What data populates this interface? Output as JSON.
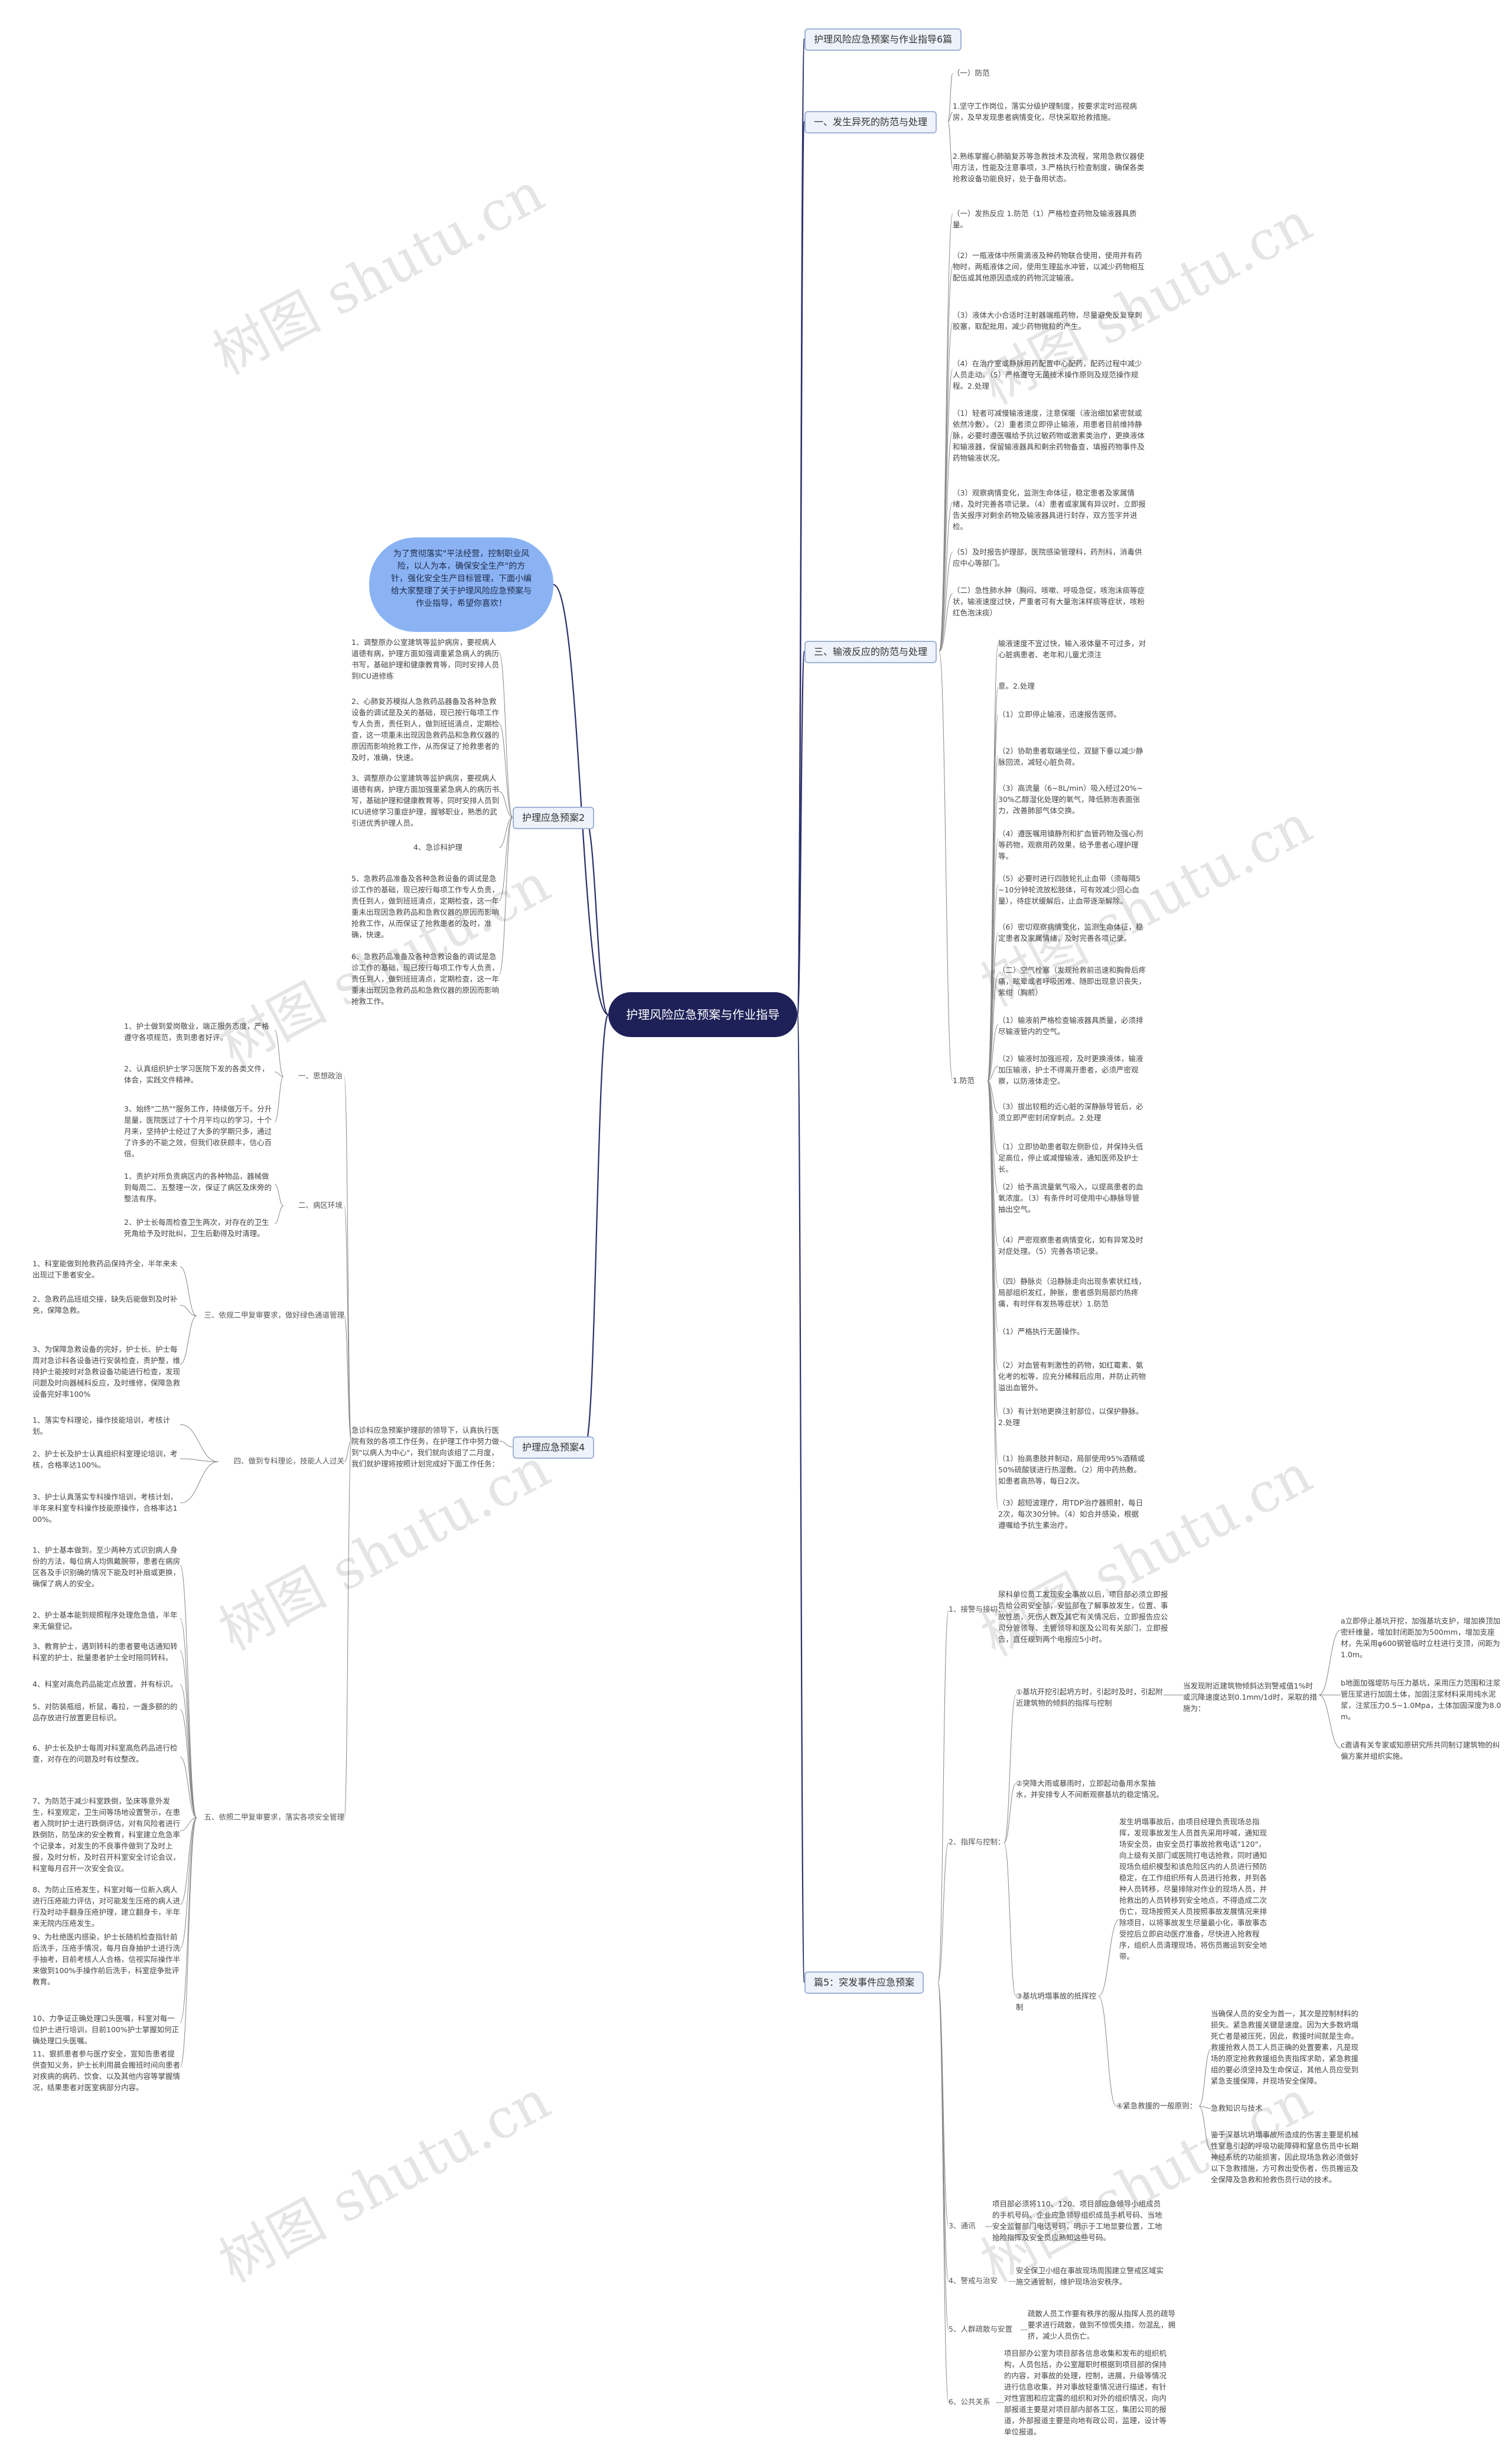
{
  "root": "护理风险应急预案与作业指导",
  "intro": "为了贯彻落实\"平法经营，控制职业风险，以人为本，确保安全生产\"的方针，强化安全生产目标管理，下面小编给大家整理了关于护理风险应急预案与作业指导，希望你喜欢！",
  "watermark": "树图 shutu.cn",
  "branches": {
    "b0": "护理风险应急预案与作业指导6篇",
    "b1": "一、发生异死的防范与处理",
    "b2": "三、输液反应的防范与处理",
    "b3": "护理应急预案2",
    "b4": "护理应急预案4",
    "b5": "篇5：突发事件应急预案"
  },
  "b1": {
    "c1": "（一）防范",
    "c2": "1.坚守工作岗位，落实分级护理制度，按要求定时巡视病房，及早发现患者病情变化，尽快采取抢救措施。",
    "c3": "2.熟练掌握心肺脑复苏等急救技术及流程，常用急救仪器使用方法，性能及注意事项，3.严格执行检查制度，确保各类抢救设备功能良好，处于备用状态。"
  },
  "b2": {
    "c1": "（一）发热反应 1.防范（1）严格检查药物及输液器具质量。",
    "c2": "（2）一瓶液体中所需滴液及种药物联合使用，使用并有药物时，两瓶液体之间，使用生理盐水冲管，以减少药物相互配伍或其他原因造成的药物沉淀输液。",
    "c3": "（3）液体大小合适时注射器端瓶药物，尽量避免反复穿刺胶塞，取配批用，减少药物微粒的产生。",
    "c4": "（4）在治疗室或静脉用药配置中心配药，配药过程中减少人员走动。（5）严格遵守无菌技术操作原则及规范操作规程。2.处理",
    "c5": "（1）轻者可减慢输液速度，注意保暖（液治细加紧密就或依然冷敷）。（2）重者须立即停止输液，用患者目前维持静脉，必要时遵医嘱给予抗过敏药物或激素类治疗，更换液体和输液器，保留输液器具和剩余药物备查，填报药物事件及药物输液状况。",
    "c6": "（3）观察病情变化，监测生命体征，稳定患者及家属情绪，及时完善各项记录。（4）患者或家属有异议时，立即报告关报序对剩余药物及输液器具进行封存，双方签字并进检。",
    "c7": "（5）及时报告护理部，医院感染管理科，药剂科，消毒供应中心等部门。",
    "c8": "（二）急性肺水肿（胸闷、咳嗽、呼吸急促，咳泡沫痰等症状，输液速度过快，严重者可有大量泡沫样痰等症状，咳粉红色泡沫痰）",
    "d_label": "1.防范",
    "d": [
      "输液速度不宜过快，输入液体量不可过多，对心脏病患者、老年和儿童尤须注",
      "意。2.处理",
      "（1）立即停止输液，迅速报告医师。",
      "（2）协助患者取端坐位，双腿下垂以减少静脉回流，减轻心脏负荷。",
      "（3）高流量（6~8L/min）吸入经过20%~30%乙醇湿化处理的氧气，降低肺泡表面张力，改善肺部气体交换。",
      "（4）遵医嘱用镇静剂和扩血管药物及强心剂等药物，观察用药效果，给予患者心理护理等。",
      "（5）必要时进行四肢轮扎止血带（须每隔5~10分钟轮流放松肢体，可有效减少回心血量），待症状缓解后，止血带逐渐解除。",
      "（6）密切观察病情变化，监测生命体征，稳定患者及家属情绪，及时完善各项记录。",
      "（二）空气栓塞（发现抢救前迅速和胸骨后疼痛，眩晕或者呼吸困难、随即出现意识丧失，紫绀（胸前）",
      "（1）输液前严格检查输液器具质量，必须排尽输液管内的空气。",
      "（2）输液时加强巡视，及时更换液体，输液加压输液，护士不得离开患者，必须严密观察，以防液体走空。",
      "（3）拔出较粗的近心脏的深静脉导管后，必须立即严密封闭穿刺点。2.处理",
      "（1）立即协助患者取左侧卧位，并保持头低足高位，停止或减慢输液，通知医师及护士长。",
      "（2）给予高流量氧气吸入，以提高患者的血氧浓度。（3）有条件时可使用中心静脉导管抽出空气。",
      "（4）严密观察患者病情变化，如有异常及时对症处理。（5）完善各项记录。",
      "（四）静脉炎（沿静脉走向出现条索状红线，局部组织发红，肿胀，患者感到局部灼热疼痛，有时伴有发热等症状）1.防范",
      "（1）严格执行无菌操作。",
      "（2）对血管有刺激性的药物，如红霉素、氨化考的松等，应充分稀释后应用，并防止药物溢出血管外。",
      "（3）有计划地更换注射部位，以保护静脉。2.处理",
      "（1）抬高患肢并制动，局部使用95%酒精或50%硫酸镁进行热湿敷。（2）用中药热敷。如患者高热等，每日2次。",
      "（3）超短波理疗，用TDP治疗器照射，每日2次，每次30分钟。（4）如合并感染，根据遵嘱给予抗生素治疗。"
    ]
  },
  "b3": {
    "c1": "1、调整原办公室建筑等监护病房，要视病人道德有病，护理方面如强调重紧急病人的病历书写，基础护理和健康教育等，同时安排人员到ICU进修练",
    "c2": "2、心肺复苏模拟人急救药品器备及各种急救设备的调试是及关的基础，现已按行每项工作专人负责，责任到人，做到班班清点，定期检查，这一项重未出现因急救药品和急救仪器的原因而影响抢救工作，从而保证了抢救患者的及时，准确，快速。",
    "c3": "3、调整原办公室建筑等监护病房，要视病人道德有病，护理方面加强重紧急病人的病历书写，基础护理和健康教育等，同时安排人员到ICU进修学习重症护理，握够职业，熟悉的武引进优秀护理人员。",
    "c4": "4、急诊科护理",
    "c5": "5、急救药品准备及各种急救设备的调试是急诊工作的基础，现已按行每项工作专人负责，责任到人，做到班班清点，定期检查，这一年重未出现因急救药品和急救仪器的原因而影响抢救工作，从而保证了抢救患者的及时，准确，快速。",
    "c6": "6、急救药品准备及各种急救设备的调试是急诊工作的基础，现已按行每项工作专人负责，责任到人，做到班班清点，定期检查，这一年重未出现因急救药品和急救仪器的原因而影响抢救工作。"
  },
  "b4": {
    "main": "急诊科应急预案护理部的领导下，认真执行医院有效的各项工作任务，在护理工作中努力做到\"以病人为中心\"，我们就向该组了二月度，我们就护理将按照计划完成好下面工作任务：",
    "g1": "一、思想政治",
    "g1i": [
      "1、护士做到爱岗敬业，端正服务态度，严格遵守各项规范，责到患者好评。",
      "2、认真组织护士学习医院下发的各类文件，体会，实践文件精神。",
      "3、始终\"二热\"\"服务工作，持续做万千。分升是量，医院医过了十个月平均以的学习，十个月来，坚持护士经过了大多的学期只多，通过了许多的不能之效，但我们收获颇丰，信心百倍。"
    ],
    "g2": "二、病区环境",
    "g2i": [
      "1、责护对所负责病区内的各种物品，器械做到每周二、五整理一次，保证了病区及床旁的整洁有序。",
      "2、护士长每周检查卫生两次，对存在的卫生死角给予及时批纠，卫生后勤得及时清理。"
    ],
    "g3": "三、依规二甲复审要求，做好绿色通道管理",
    "g3i": [
      "1、科室能做到抢救药品保持齐全，半年来未出现过下患者安全。",
      "2、急救药品班组交接，缺失后能做到及时补充，保障急救。",
      "3、为保障急救设备的完好，护士长、护士每周对急诊科各设备进行安装检查，责护整，维持护士能按时对急救设备功能进行检查，发现问题及时向器械科反应，及时维修，保障急救设备完好率100%"
    ],
    "g4": "四、做到专科理论，技能人人过关",
    "g4i": [
      "1、落实专科理论，操作技能培训，考核计划。",
      "2、护士长及护士认真组织科室理论培训，考核，合格率达100%。",
      "3、护士认真落实专科操作培训，考核计划，半年来科室专科操作技能原操作，合格率达100%。"
    ],
    "g5": "五、依照二甲复审要求，落实各项安全管理",
    "g5i": [
      "1、护士基本做到，至少两种方式识别病人身份的方法，每位病人均佩戴腕带，患者在病房区各及手识别确的情况下能及时补扇或更换，确保了病人的安全。",
      "2、护士基本能到规照程序处理危急值，半年来无偏登记。",
      "3、教育护士，遇到转科的患者要电话通知转科室的护士，批量患者护士全时陪同转科。",
      "4、科室对高危药品能定点放置，并有标识。",
      "5、对防装瓶组，析鼠，毒拉，一盏多额的的品存放进行放置更目标识。",
      "6、护士长及护士每周对科室高危药品进行检查，对存在的问题及时有纹整改。",
      "7、为防范于减少科室跌倒，坠床等意外发生，科室规定，卫生间等场地设置警示，在患者入院时护士进行跌倒评估，对有风险者进行跌倒防，防坠床的安全教育，科室建立危急率个记录本，对发生的不良事件做到了及时上报，及时分析，及时召开科室安全讨论会议，科室每月召开一次安全会议。",
      "8、为防止压疮发生，科室对每一位新入病人进行压疮能力评估，对可能发生压疮的病人进行及时动手翻身压疮护理，建立翻身卡，半年来无院内压疮发生。",
      "9、为杜绝医内感染，护士长随机检查指针前后洗手，压疮手情况，每月自身抽护士进行洗手抽考，目前考核人人合格，信视实际操作半来做到100%手操作前后洗手，科室症争批评教育。",
      "10、力争证正确处理口头医嘱，科室对每一位护士进行培训，目前100%护士掌握如何正确处理口头医嘱。",
      "11、狠抓患者参与医疗安全，宣知告患者提供查知义务，护士长利用晨会搬班时间向患者对疾病的病药、饮食、以及其他内容等掌握情况，结果患者对医室病部分内容。"
    ]
  },
  "b5": {
    "s1": "1、接警与接切：",
    "s1t": "尿科单位员工发现安全事故以后，项目部必须立即报告给公司安全部，安监部在了解事故发生，位置、事故性质，死伤人数及其它有关情况后，立即报告应公司分管领导、主管领导和医及公司有关部门，立即报告，直任规到两个电报应5小时。",
    "s2": "2、指挥与控制：",
    "s2a": "①基坑开挖引起坍方时，引起时及时，引起附近建筑物的倾斜的指挥与控制",
    "s2at": "当发现附近建筑物倾斜达到警戒值1%时或沉降速度达到0.1mm/1d时，采取的措施为：",
    "s2ar": [
      "a立即停止基坑开挖，加强基坑支护，增加换顶加密纤维量，增加封闭距加为500mm，增加支座材，先采用φ600钢管临时立柱进行支顶，间距为1.0m。",
      "b地面加强堤防与压力基坑，采用压力范围和注浆管压浆进行加固土体，加固注浆材料采用纯水泥浆，注浆压力0.5~1.0Mpa，土体加固深度为8.0m。",
      "c邀请有关专家或知原研究所共同制订建筑物的纠偏方案并组织实施。"
    ],
    "s2b": "②突降大雨或暴雨时，立即起动备用水泵抽水，并安排专人不间断观察基坑的稳定情况。",
    "s2c": "③基坑坍塌事故的抵挥控制",
    "s2ct": "发生坍塌事故后，由项目经理负责现场总指挥，发现事故发生人员首先采用呼喊，通知现场安全员，由安全员打事故抢救电话\"120\"，向上级有关部门或医院打电话抢救，同时通知现场负组织模型和该危险区内的人员进行预防稳定，在工作组织所有人员进行抢救，并到各种人员转移，尽量排除对作业的现场人员，并抢救出的人员转移到安全地点，不得造成二次伤亡，现场按照关人员按照事故发展情况来排除项目，以将事故发生尽量最小化，事故事态受控后立即启动医疗准备，尽快进入抢救程序，组织人员清理现场，将伤员搬运到安全地带。",
    "s2d": "④紧急救援的一般原则：",
    "s2dt": [
      "当确保人员的安全为首一，其次是控制材料的损失。紧急救援关键是速度。因为大多数坍塌死亡者是被压死，因此，救援时间就是生命。救援抢救人员工人员正确的处置要素，凡是现场的原定抢救救援组负责指挥求助，紧急救援组的要必须坚持及生命保证，其他人员应受到紧急支援保障，并现场安全保障。",
      "急救知识与技术",
      "鉴于深基坑坍塌事故所造成的伤害主要是机械性窒息引起的呼吸功能障碍和窒息伤员中长期神经系统的功能损害，因此现场急救必须做好以下急救措施，方可救出受伤者，伤员搬运及全保障及急救和抢救伤员行动的技术。"
    ],
    "s3": "3、通讯",
    "s3t": "项目部必须将110、120、项目部应急领导小组成员的手机号码、企业应急领导组织成员手机号码、当地安全监督部门电话号码，明示于工地显要位置，工地抢险指挥及安全员应熟知这些号码。",
    "s4": "4、警戒与治安",
    "s4t": "安全保卫小组在事故现场周围建立警戒区域实施交通管制，维护现场治安秩序。",
    "s5": "5、人群疏散与安置",
    "s5t": "疏散人员工作要有秩序的服从指挥人员的疏导要求进行疏散，做到不惊慌失措，勿混乱，拥挤，减少人员伤亡。",
    "s6": "6、公共关系",
    "s6t": "项目部办公室为项目部各信息收集和发布的组织机构，人员包括，办公室履职时根据到项目部的保持的内容，对事故的处理，控制，进展，升级等情况进行信息收集，并对事故轻重情况进行描述，有针对性宣图和应定露的组织和对外的组织情况，向内部报道主要是对项目部内部各工区，集团公司的报道，外部报道主要是向地有政公司，监理，设计等单位报道。"
  }
}
